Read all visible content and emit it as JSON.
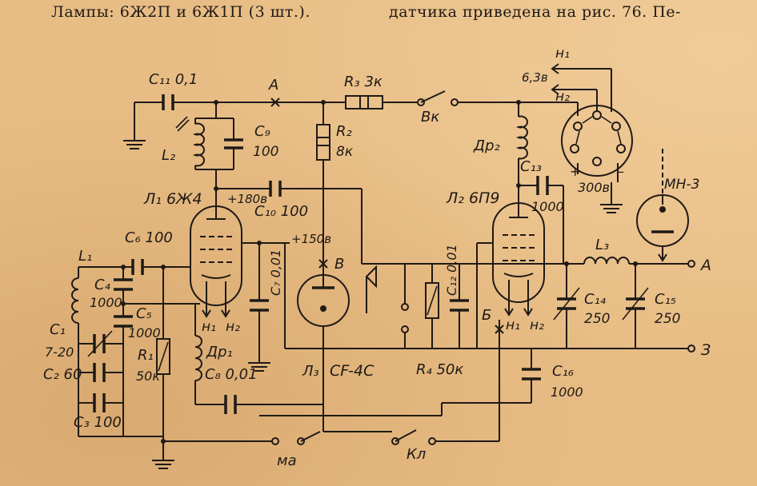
{
  "header": {
    "left": "Лампы: 6Ж2П и 6Ж1П (3 шт.).",
    "right": "датчика приведена на рис. 76. Пе-"
  },
  "labels": {
    "c11": "C₁₁ 0,1",
    "a_top": "A",
    "r3": "R₃ 3к",
    "vk": "Вк",
    "h1_top": "н₁",
    "v63": "6,3в",
    "h2_top": "н₂",
    "c9": "C₉",
    "c9v": "100",
    "l2": "L₂",
    "r2": "R₂",
    "r2v": "8к",
    "dr2": "Др₂",
    "c13": "C₁₃",
    "plus": "+",
    "minus": "–",
    "v300": "300в",
    "mn3": "МН-3",
    "l1tube": "Л₁ 6Ж4",
    "v180": "+180в",
    "c10": "C₁₀ 100",
    "l2tube": "Л₂ 6П9",
    "c13v": "1000",
    "c6": "C₆ 100",
    "v150": "+150в",
    "b_node": "B",
    "l3": "L₃",
    "a_out": "A",
    "l1": "L₁",
    "c4": "C₄",
    "c4v": "1000",
    "c5": "C₅",
    "c5v": "1000",
    "c7": "C₇ 0,01",
    "c12": "C₁₂ 0,01",
    "c14": "C₁₄",
    "c14v": "250",
    "c15": "C₁₅",
    "c15v": "250",
    "c1": "C₁",
    "c1v": "7-20",
    "c2": "C₂ 60",
    "c3": "C₃ 100",
    "r1": "R₁",
    "r1v": "50к",
    "h1_l1": "н₁",
    "h2_l1": "н₂",
    "dr1": "Др₁",
    "c8": "C₈ 0,01",
    "l3tube": "Л₃",
    "cf4c": "CF-4C",
    "r4": "R₄ 50к",
    "b2": "Б",
    "h1_l2": "н₁",
    "h2_l2": "н₂",
    "c16": "C₁₆",
    "c16v": "1000",
    "z_out": "З",
    "ma": "ма",
    "kl": "Кл"
  }
}
